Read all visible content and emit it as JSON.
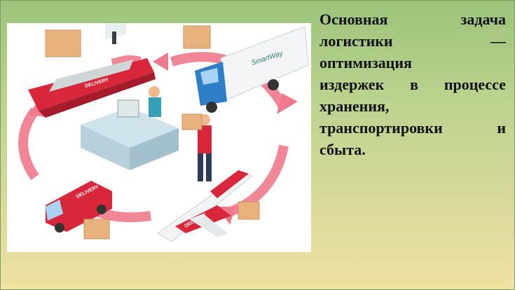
{
  "slide": {
    "text_lines": [
      [
        "Основная",
        "задача"
      ],
      [
        "логистики",
        "—"
      ],
      [
        "оптимизация"
      ],
      [
        "издержек",
        "в",
        "процессе"
      ],
      [
        "хранения,"
      ],
      [
        "транспортировки",
        "и"
      ],
      [
        "сбыта."
      ]
    ]
  },
  "illustration": {
    "ship_label": "DELIVERY",
    "truck_brand": "SmartWay",
    "van_label": "DELIVERY",
    "plane_label": "DELIVERY",
    "arrow_color": "#ef7a8b",
    "accent_red": "#d8273a",
    "box_color": "#e8b27f"
  }
}
